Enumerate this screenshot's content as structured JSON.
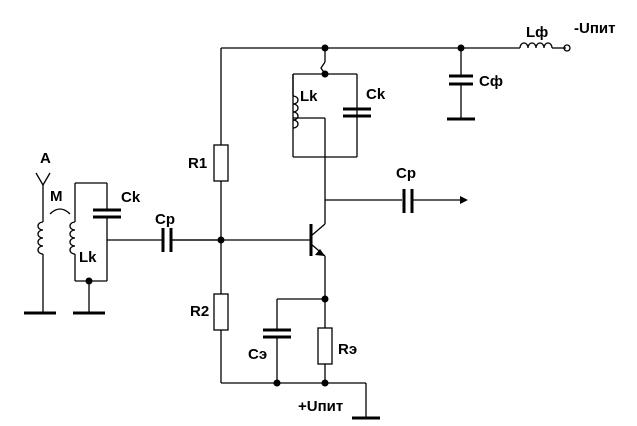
{
  "labels": {
    "antenna": "A",
    "mutual": "M",
    "lk_input": "Lk",
    "ck_input": "Ck",
    "cp_input": "Cp",
    "r1": "R1",
    "r2": "R2",
    "lk_tank": "Lk",
    "ck_tank": "Ck",
    "cp_output": "Cp",
    "c_filter": "Cф",
    "l_filter": "Lф",
    "supply_neg": "-Uпит",
    "supply_pos": "+Uпит",
    "c_emitter": "Cэ",
    "r_emitter": "Rэ"
  }
}
